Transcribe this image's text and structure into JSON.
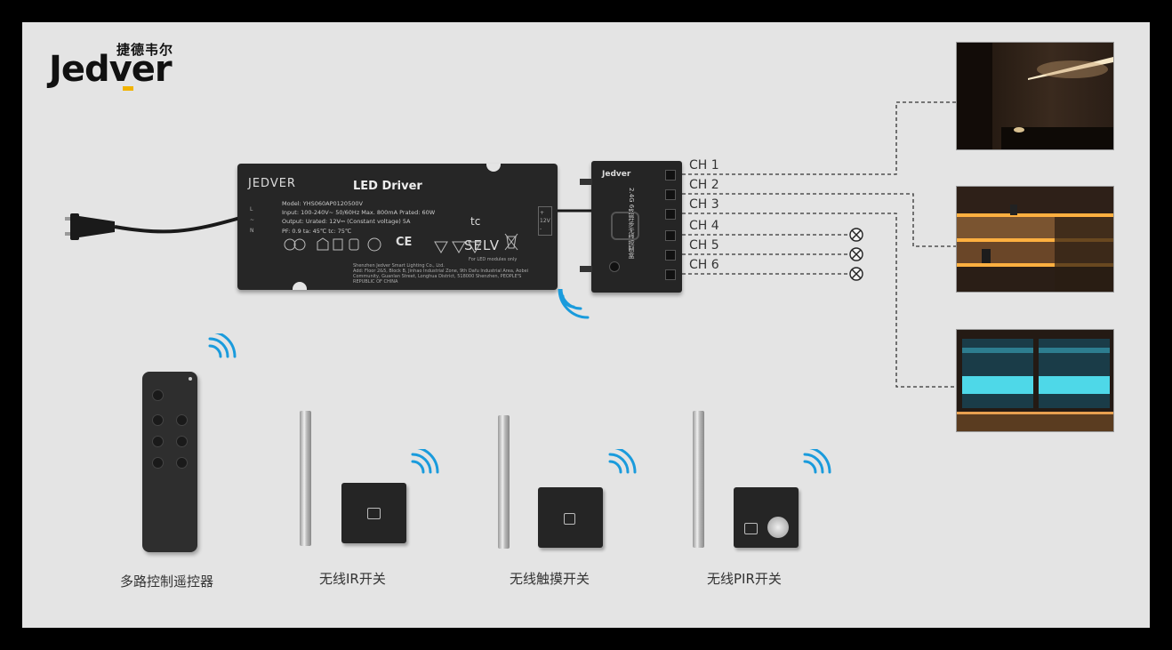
{
  "brand": {
    "logo_cn": "捷德韦尔",
    "logo_en": "Jedver",
    "accent_color": "#f1b300",
    "wireless_color": "#1a9bdc"
  },
  "driver": {
    "brand": "JEDVER",
    "title": "LED Driver",
    "model": "Model: YHS060AP0120500V",
    "input": "Input: 100-240V~ 50/60Hz Max. 800mA  Prated: 60W",
    "output": "Output: Urated:  12V⎓  (Constant voltage)   5A",
    "pf": "PF: 0.9  ta: 45℃   tc: 75℃",
    "selv": "SELV",
    "tc_mark": "tc",
    "ce_mark": "CE",
    "modules_note": "For LED modules only",
    "company": "Shenzhen Jedver Smart Lighting Co., Ltd.",
    "address": "Add: Floor 2&5, Block B, Jinhao Industrial Zone, 9th Dafu Industrial Area, Aobei Community, Guanlan Street, Longhua District, 518000   Shenzhen, PEOPLE'S REPUBLIC OF CHINA",
    "input_marks": "L\n~\nN",
    "output_marks": "+\n12V\n-"
  },
  "controller": {
    "brand": "Jedver",
    "label": "2.4G 6路异步无线控制盒"
  },
  "channels": [
    "CH 1",
    "CH 2",
    "CH 3",
    "CH 4",
    "CH 5",
    "CH 6"
  ],
  "devices": [
    {
      "label": "多路控制遥控器",
      "icon": "remote-icon"
    },
    {
      "label": "无线IR开关",
      "icon": "ir-icon"
    },
    {
      "label": "无线触摸开关",
      "icon": "touch-icon"
    },
    {
      "label": "无线PIR开关",
      "icon": "pir-icon"
    }
  ],
  "photos": [
    {
      "name": "dark-cabinet-light-photo"
    },
    {
      "name": "shelf-light-photo"
    },
    {
      "name": "blue-cabinet-light-photo"
    }
  ]
}
